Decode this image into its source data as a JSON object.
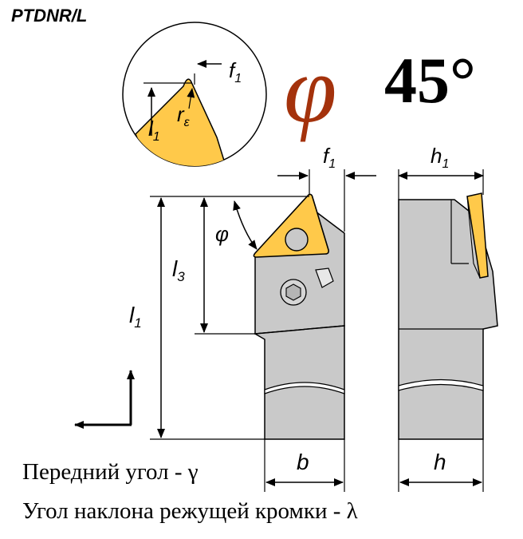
{
  "model_code": "PTDNR/L",
  "approach_angle": {
    "symbol": "φ",
    "value": "45°"
  },
  "detail": {
    "f1": "f",
    "f1_sub": "1",
    "l1": "l",
    "l1_sub": "1",
    "r": "r",
    "r_sub": "ε"
  },
  "dims": {
    "f1": "f",
    "f1_sub": "1",
    "h1": "h",
    "h1_sub": "1",
    "phi": "φ",
    "l3": "l",
    "l3_sub": "3",
    "l1": "l",
    "l1_sub": "1",
    "b": "b",
    "h": "h"
  },
  "captions": {
    "rake": "Передний угол - γ",
    "inclination": "Угол наклона режущей кромки - λ"
  },
  "colors": {
    "insert": "#FFC94A",
    "holder": "#C9C9C9",
    "phi_big": "#A4320C",
    "outline": "#000000"
  }
}
